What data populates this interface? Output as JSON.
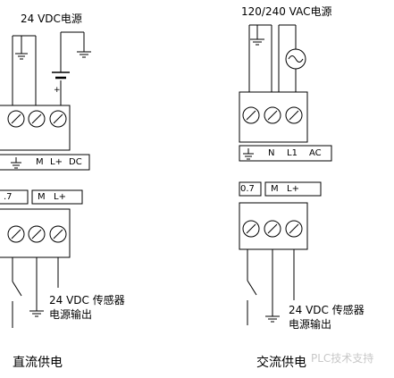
{
  "dc": {
    "supply_label": "24 VDC电源",
    "term_ground": "⏚",
    "term_m": "M",
    "term_lplus": "L+",
    "term_dc": "DC",
    "plus_sign": "+",
    "io_point": ".7",
    "io_m": "M",
    "io_lplus": "L+",
    "sensor_line1": "24 VDC 传感器",
    "sensor_line2": "电源输出",
    "caption": "直流供电"
  },
  "ac": {
    "supply_label": "120/240 VAC电源",
    "term_ground": "⏚",
    "term_n": "N",
    "term_l1": "L1",
    "term_ac": "AC",
    "io_point": "0.7",
    "io_m": "M",
    "io_lplus": "L+",
    "sensor_line1": "24 VDC 传感器",
    "sensor_line2": "电源输出",
    "caption": "交流供电"
  },
  "watermark": "PLC技术支持",
  "colors": {
    "line": "#000000",
    "watermark": "#c8c8c8"
  }
}
